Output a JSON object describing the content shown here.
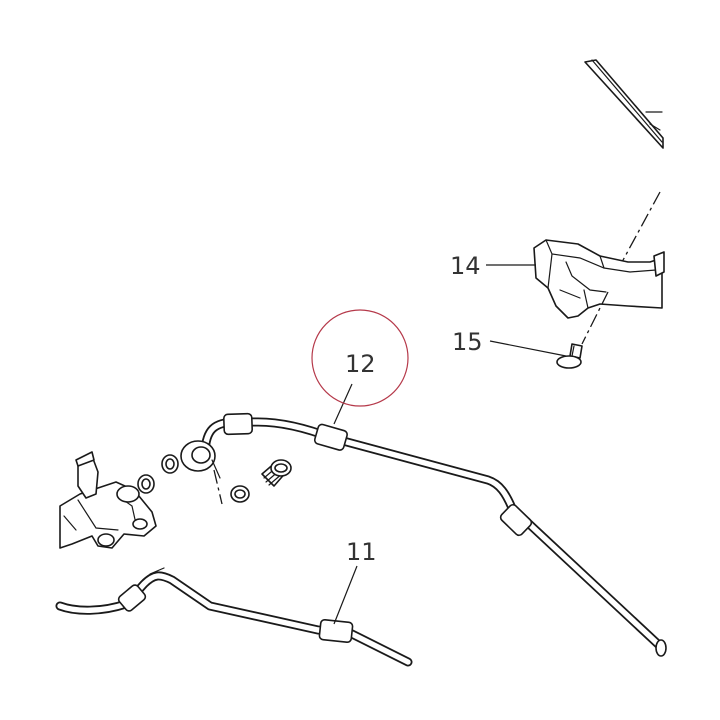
{
  "callouts": {
    "c11": "11",
    "c12": "12",
    "c14": "14",
    "c15": "15"
  },
  "colors": {
    "line": "#1a1a1a",
    "label": "#333333",
    "highlight_circle": "#b5394a",
    "background": "#ffffff"
  },
  "highlighted_callout": "12"
}
